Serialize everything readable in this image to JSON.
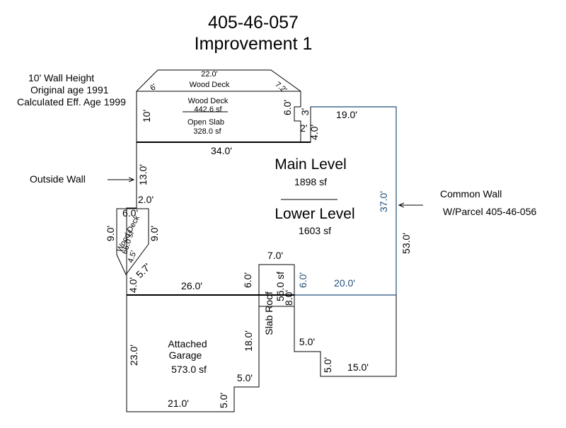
{
  "header": {
    "parcel_id": "405-46-057",
    "improvement": "Improvement 1"
  },
  "notes": {
    "wall_height": "10' Wall Height",
    "original_age": "Original age 1991",
    "eff_age": "Calculated Eff. Age 1999"
  },
  "callouts": {
    "outside_wall": "Outside Wall",
    "common_wall_line1": "Common Wall",
    "common_wall_line2": "W/Parcel 405-46-056"
  },
  "areas": {
    "main_level_label": "Main Level",
    "main_level_sf": "1898 sf",
    "lower_level_label": "Lower Level",
    "lower_level_sf": "1603 sf",
    "upper_deck_label": "Wood Deck",
    "deck_label": "Wood Deck",
    "deck_sf": "442.6 sf",
    "slab_label": "Open Slab",
    "slab_sf": "328.0 sf",
    "side_deck_label": "Wood Deck",
    "side_deck_sf": "66.0 sf",
    "slab_roof_label": "Slab Roof",
    "slab_roof_sf": "56.0 sf",
    "garage_label_1": "Attached",
    "garage_label_2": "Garage",
    "garage_sf": "573.0 sf"
  },
  "dimensions": {
    "deck_top": "22.0'",
    "deck_left_diag": "6'",
    "deck_right_diag": "7.2'",
    "deck_left": "10'",
    "deck_right": "6.0'",
    "notch_3": "3'",
    "notch_2": "2'",
    "notch_4": "4.0'",
    "top_right": "19.0'",
    "house_top": "34.0'",
    "left_upper": "13.0'",
    "left_jog": "2.0'",
    "side_deck_top": "6.0'",
    "side_deck_left": "9.0'",
    "side_deck_right": "9.0'",
    "side_deck_diag": "4.5'",
    "side_deck_bottom_diag": "5.7'",
    "left_lower": "4.0'",
    "lower_left_width": "26.0'",
    "pop_left": "6.0'",
    "pop_top": "7.0'",
    "pop_right": "6.0'",
    "pop_inner": "8.0'",
    "lower_right_width": "20.0'",
    "right_common": "37.0'",
    "right_lower": "53.0'",
    "step_5_top": "5.0'",
    "step_5_side": "5.0'",
    "bottom_right": "15.0'",
    "garage_left": "23.0'",
    "garage_right": "18.0'",
    "garage_step_top": "5.0'",
    "garage_step_side": "5.0'",
    "garage_bottom": "21.0'"
  }
}
